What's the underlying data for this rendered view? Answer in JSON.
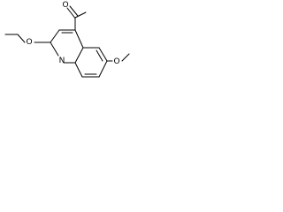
{
  "molecule": {
    "atom_labels": {
      "carbonyl_oxygen": "O",
      "ether_oxygen_left": "O",
      "ring_nitrogen": "N",
      "methoxy_oxygen": "O"
    }
  },
  "colors": {
    "background": "#ffffff",
    "ink": "#000000"
  }
}
